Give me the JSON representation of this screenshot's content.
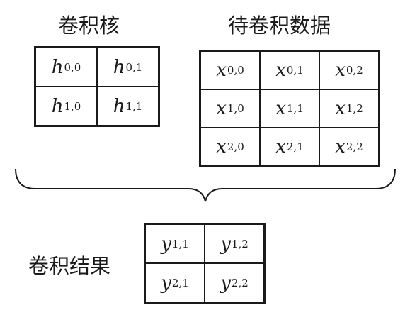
{
  "kernel": {
    "title": "卷积核",
    "cells": [
      {
        "sym": "h",
        "sub": "0,0"
      },
      {
        "sym": "h",
        "sub": "0,1"
      },
      {
        "sym": "h",
        "sub": "1,0"
      },
      {
        "sym": "h",
        "sub": "1,1"
      }
    ]
  },
  "input": {
    "title": "待卷积数据",
    "cells": [
      {
        "sym": "x",
        "sub": "0,0"
      },
      {
        "sym": "x",
        "sub": "0,1"
      },
      {
        "sym": "x",
        "sub": "0,2"
      },
      {
        "sym": "x",
        "sub": "1,0"
      },
      {
        "sym": "x",
        "sub": "1,1"
      },
      {
        "sym": "x",
        "sub": "1,2"
      },
      {
        "sym": "x",
        "sub": "2,0"
      },
      {
        "sym": "x",
        "sub": "2,1"
      },
      {
        "sym": "x",
        "sub": "2,2"
      }
    ]
  },
  "result": {
    "title": "卷积结果",
    "cells": [
      {
        "sym": "y",
        "sub": "1,1"
      },
      {
        "sym": "y",
        "sub": "1,2"
      },
      {
        "sym": "y",
        "sub": "2,1"
      },
      {
        "sym": "y",
        "sub": "2,2"
      }
    ]
  },
  "colors": {
    "line": "#1a1a1a",
    "background": "#ffffff"
  }
}
